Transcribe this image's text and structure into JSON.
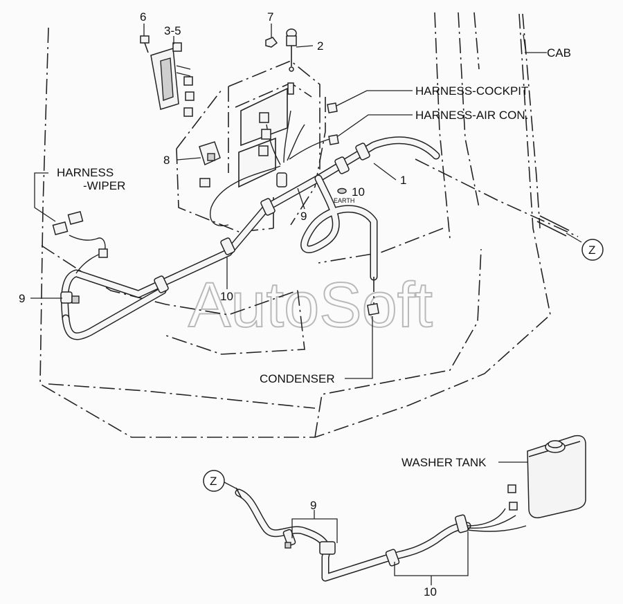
{
  "diagram": {
    "watermark": "AutoSoft",
    "labels": {
      "cab": "CAB",
      "harness_cockpit": "HARNESS-COCKPIT",
      "harness_air_con": "HARNESS-AIR CON.",
      "harness_wiper_line1": "HARNESS",
      "harness_wiper_line2": "-WIPER",
      "condenser": "CONDENSER",
      "washer_tank": "WASHER TANK",
      "earth": "EARTH",
      "ref_z_top": "Z",
      "ref_z_bottom": "Z"
    },
    "callouts": {
      "p1": "1",
      "p2": "2",
      "p3_5": "3-5",
      "p6": "6",
      "p7": "7",
      "p8": "8",
      "p9_center": "9",
      "p9_left": "9",
      "p9_bottom": "9",
      "p10_earth": "10",
      "p10_center": "10",
      "p10_bottom": "10"
    }
  }
}
